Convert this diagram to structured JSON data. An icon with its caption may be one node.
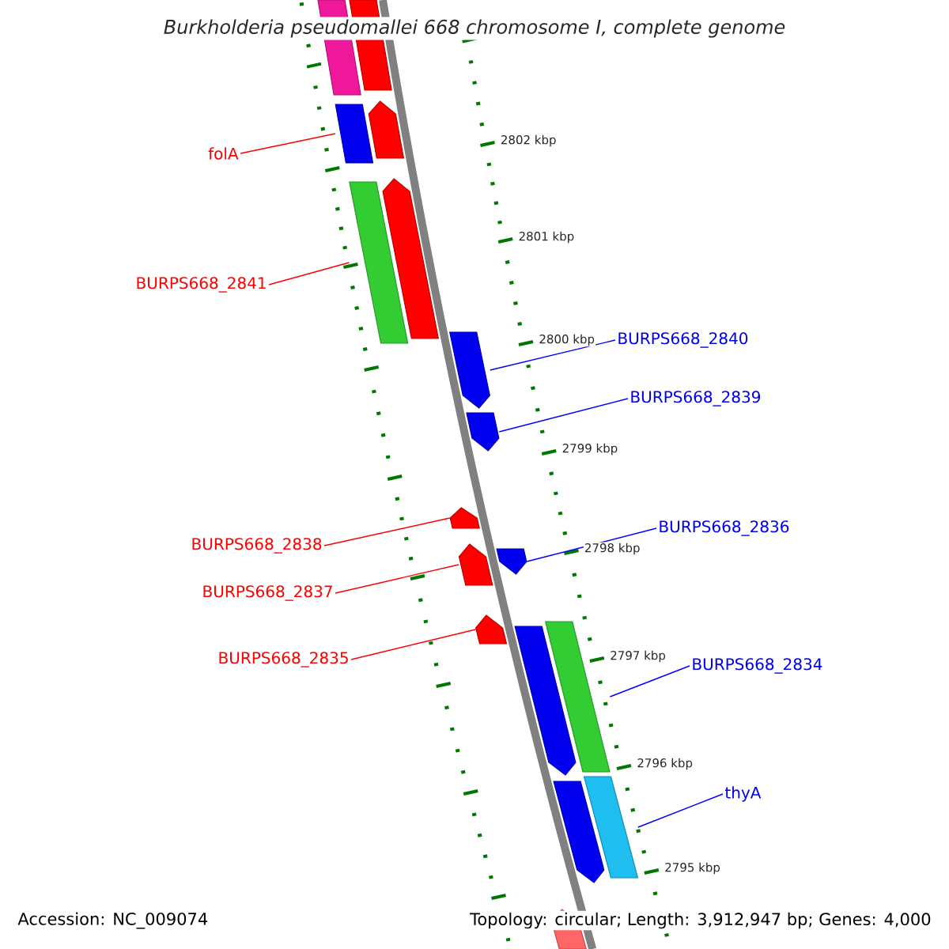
{
  "diagram": {
    "title": "Burkholderia pseudomallei 668 chromosome I, complete genome",
    "nodes": [
      {
        "text": [
          "folA"
        ]
      },
      {
        "text": [
          "BURPS668_2841"
        ]
      },
      {
        "text": [
          "BURPS668_2840"
        ]
      },
      {
        "text": [
          "BURPS668_2839"
        ]
      },
      {
        "text": [
          "BURPS668_2836"
        ]
      },
      {
        "text": [
          "BURPS668_2838"
        ]
      },
      {
        "text": [
          "BURPS668_2837"
        ]
      },
      {
        "text": [
          "BURPS668_2835"
        ]
      },
      {
        "text": [
          "BURPS668_2834"
        ]
      },
      {
        "text": [
          "thyA"
        ]
      },
      {
        "text": [],
        "shape": "bar"
      },
      {
        "text": [],
        "shape": "bar"
      },
      {
        "text": [],
        "shape": "bar"
      },
      {
        "text": [],
        "shape": "arrow"
      },
      {
        "text": [],
        "shape": "bar"
      },
      {
        "text": [],
        "shape": "arrow"
      },
      {
        "text": [],
        "shape": "arrow"
      },
      {
        "text": [],
        "shape": "arrow"
      },
      {
        "text": [],
        "shape": "arrow"
      },
      {
        "text": [],
        "shape": "arrow"
      },
      {
        "text": [],
        "shape": "arrow"
      },
      {
        "text": [],
        "shape": "arrow"
      },
      {
        "text": [],
        "shape": "arrow"
      },
      {
        "text": [],
        "shape": "bar"
      },
      {
        "text": [],
        "shape": "arrow"
      },
      {
        "text": [],
        "shape": "bar"
      },
      {
        "text": [],
        "shape": "arrow"
      }
    ],
    "edges": [
      {
        "from": 0,
        "to": 12,
        "arrow": "none",
        "color": "#ff0000"
      },
      {
        "from": 1,
        "to": 14,
        "arrow": "none",
        "color": "#ff0000"
      },
      {
        "from": 2,
        "to": 16,
        "arrow": "none",
        "color": "#0000ff"
      },
      {
        "from": 3,
        "to": 17,
        "arrow": "none",
        "color": "#0000ff"
      },
      {
        "from": 4,
        "to": 20,
        "arrow": "none",
        "color": "#0000ff"
      },
      {
        "from": 5,
        "to": 18,
        "arrow": "none",
        "color": "#ff0000"
      },
      {
        "from": 6,
        "to": 19,
        "arrow": "none",
        "color": "#ff0000"
      },
      {
        "from": 7,
        "to": 21,
        "arrow": "none",
        "color": "#ff0000"
      },
      {
        "from": 8,
        "to": 23,
        "arrow": "none",
        "color": "#0000ff"
      },
      {
        "from": 9,
        "to": 25,
        "arrow": "none",
        "color": "#0000ff"
      }
    ],
    "labels": [
      "2802 kbp",
      "2801 kbp",
      "2800 kbp",
      "2799 kbp",
      "2798 kbp",
      "2797 kbp",
      "2796 kbp",
      "2795 kbp",
      "Accession: NC_009074",
      "Topology: circular; Length: 3,912,947 bp; Genes: 4,000"
    ]
  }
}
